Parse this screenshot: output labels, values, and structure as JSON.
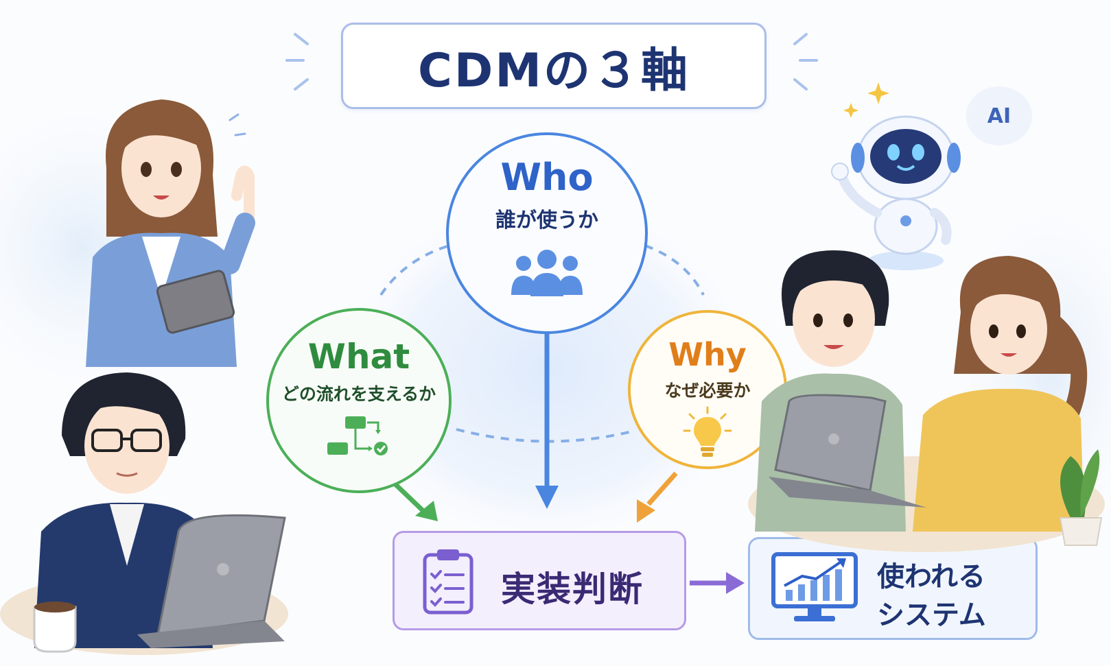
{
  "title": "CDMの３軸",
  "axes": {
    "who": {
      "heading": "Who",
      "subtitle": "誰が使うか",
      "icon": "people-icon",
      "color": "#4a86e0"
    },
    "what": {
      "heading": "What",
      "subtitle": "どの流れを支えるか",
      "icon": "flowchart-check-icon",
      "color": "#4caf58"
    },
    "why": {
      "heading": "Why",
      "subtitle": "なぜ必要か",
      "icon": "lightbulb-icon",
      "color": "#f0b43a"
    }
  },
  "decision": {
    "label": "実装判断",
    "icon": "clipboard-checklist-icon",
    "color": "#9a7de0"
  },
  "result": {
    "line1": "使われる",
    "line2": "システム",
    "icon": "monitor-chart-icon"
  },
  "ai_badge": "AI",
  "people": [
    "woman-with-tablet-illustration",
    "man-with-glasses-laptop-illustration",
    "man-and-woman-at-laptop-illustration",
    "robot-ai-illustration"
  ]
}
